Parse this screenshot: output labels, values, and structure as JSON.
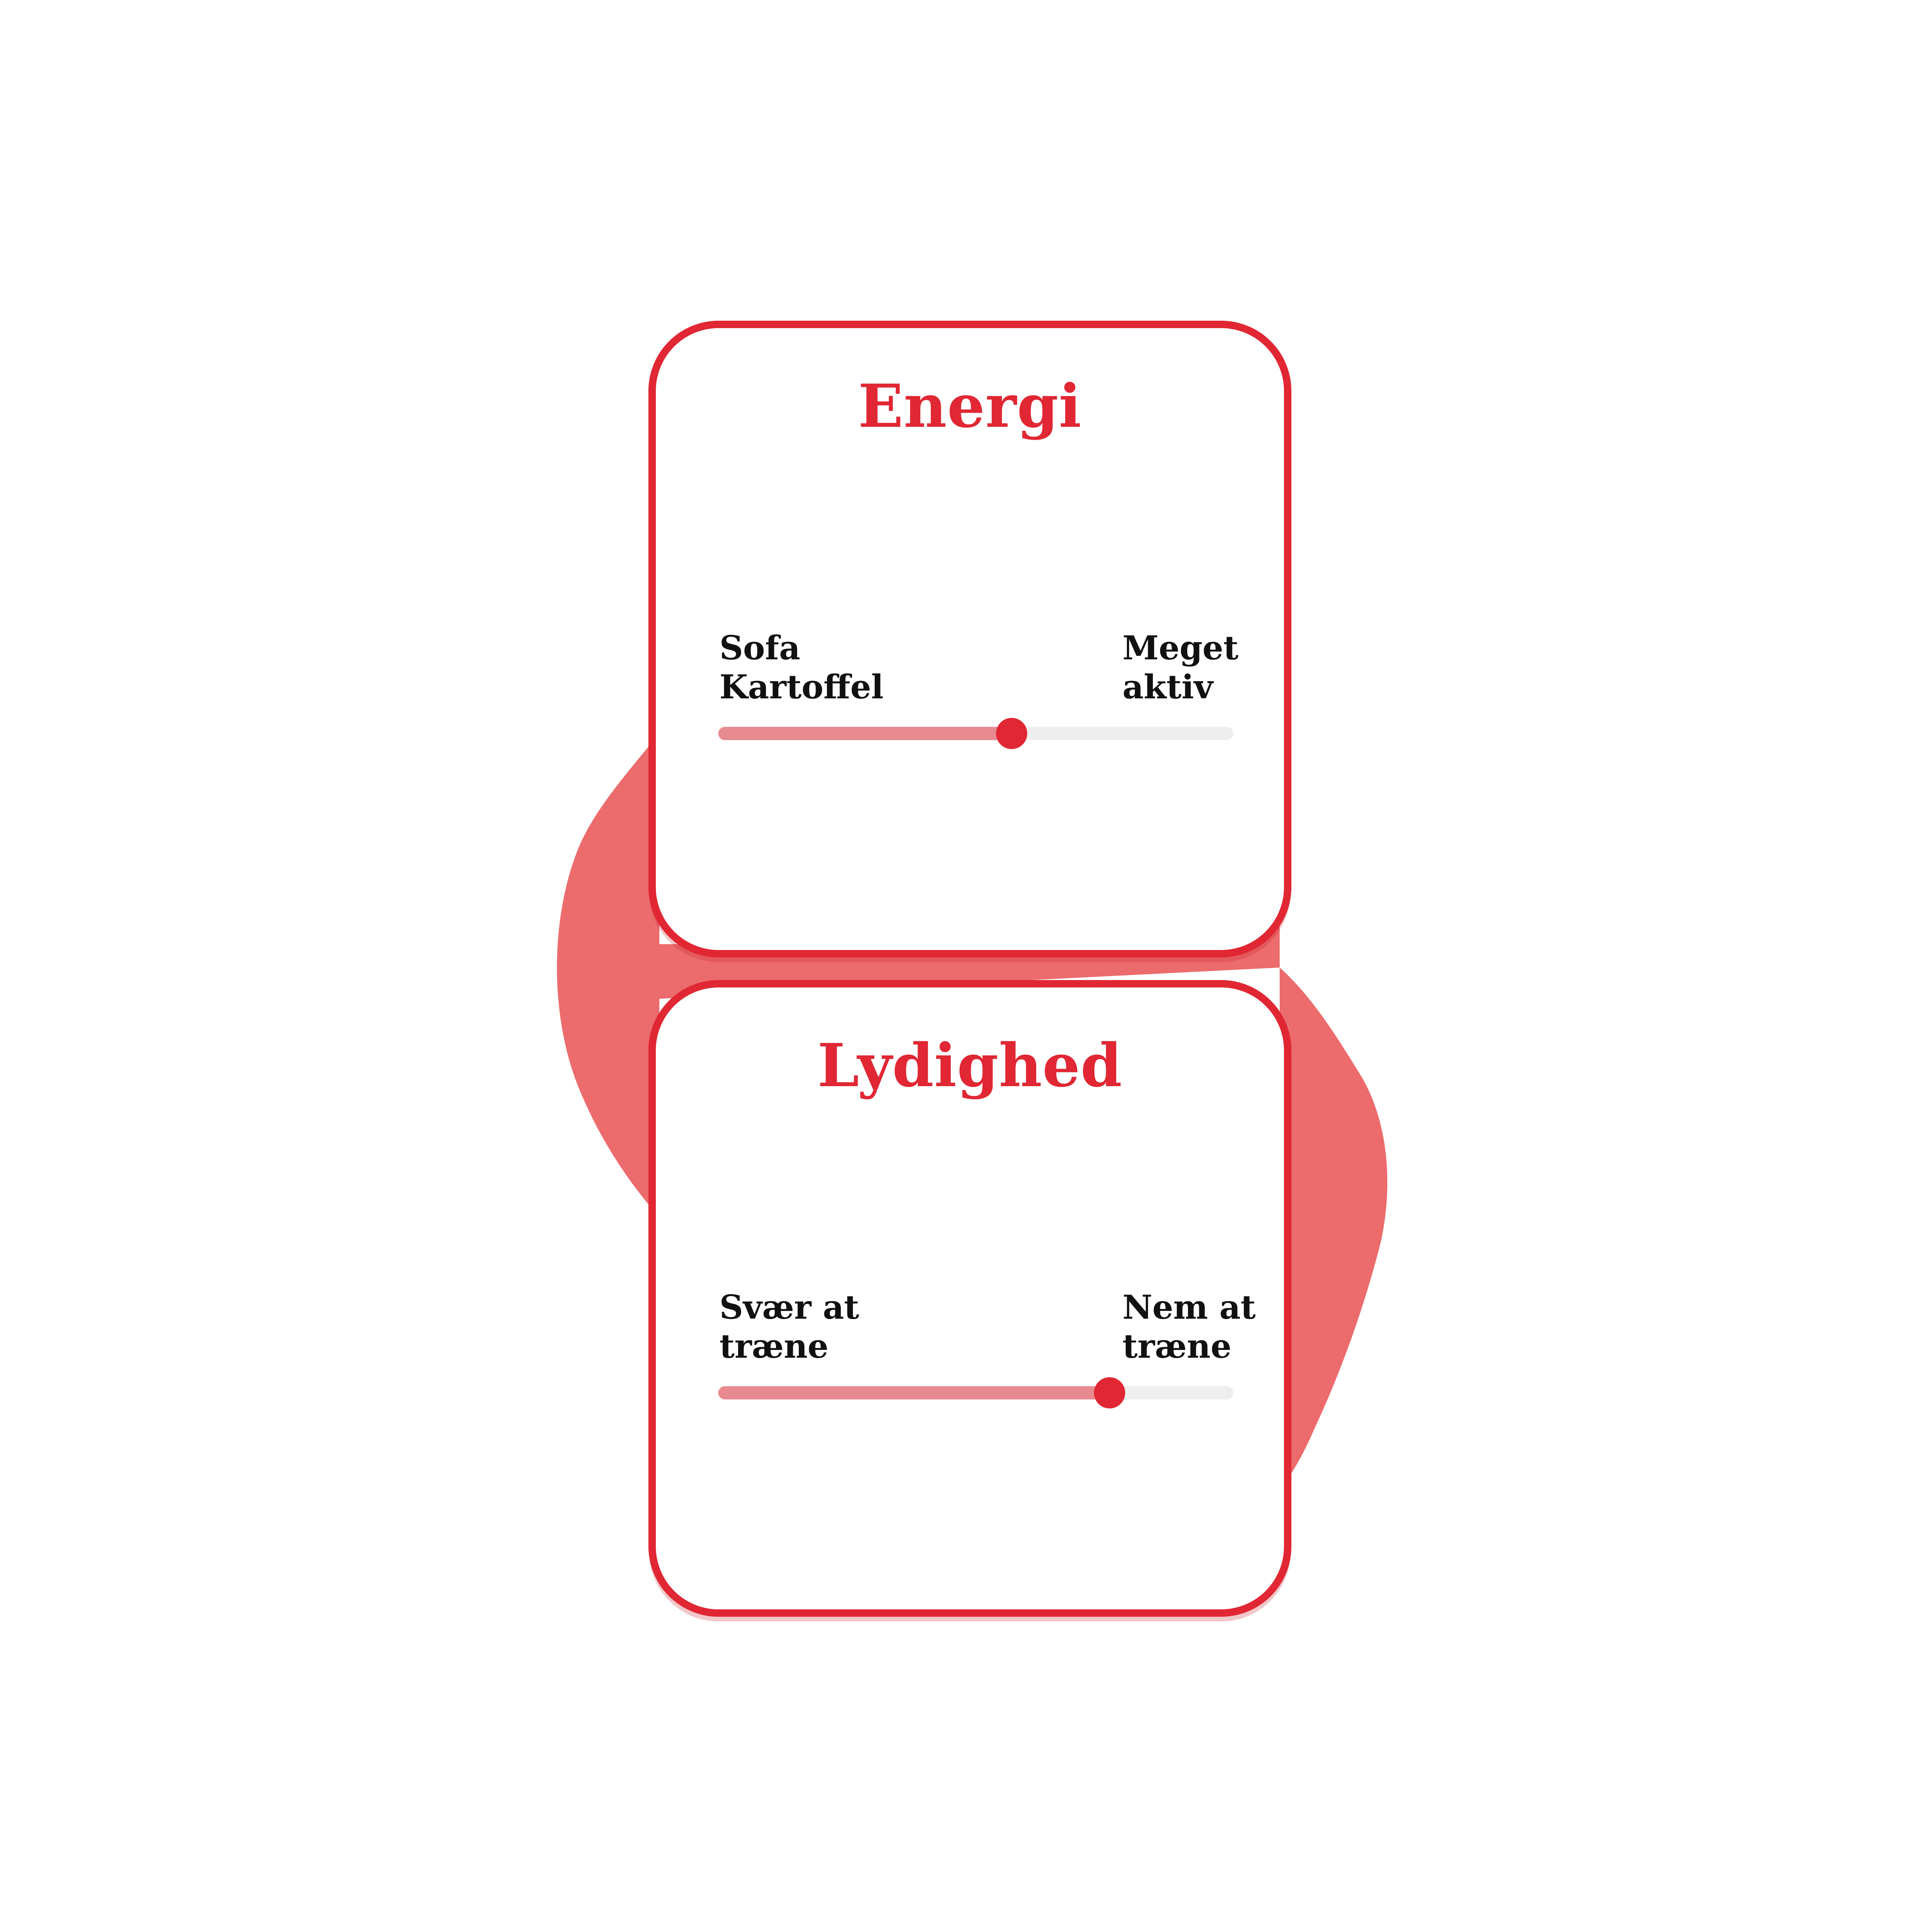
{
  "colors": {
    "accent": "#e02733",
    "blob": "#ec6b6c",
    "slider_fill": "#e78b91",
    "slider_track": "#eeeeee",
    "label_text": "#111111",
    "background": "#ffffff"
  },
  "energi": {
    "title": "Energi",
    "min_label": "Sofa\nKartoffel",
    "max_label": "Meget\naktiv",
    "value": 0.57
  },
  "lydighed": {
    "title": "Lydighed",
    "min_label": "Svær at\ntræne",
    "max_label": "Nem at\ntræne",
    "value": 0.76
  }
}
